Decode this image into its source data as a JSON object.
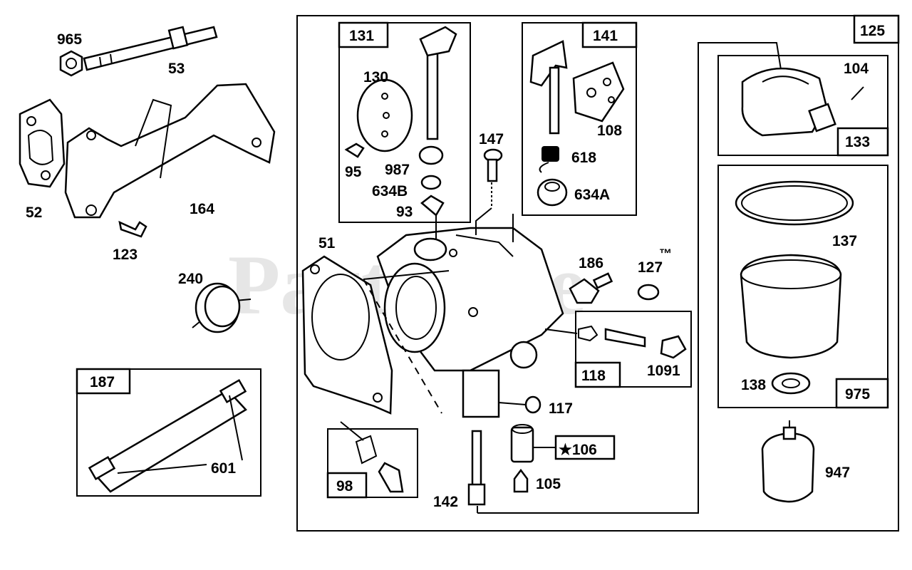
{
  "watermark": "PartsTree",
  "trademark": "™",
  "callouts": {
    "p965": "965",
    "p53": "53",
    "p52": "52",
    "p164": "164",
    "p123": "123",
    "p240": "240",
    "p601": "601",
    "p130": "130",
    "p95": "95",
    "p987": "987",
    "p634B": "634B",
    "p93": "93",
    "p147": "147",
    "p618": "618",
    "p634A": "634A",
    "p108": "108",
    "p51": "51",
    "p186": "186",
    "p127": "127",
    "p1091": "1091",
    "p117": "117",
    "p106": "★106",
    "p105": "105",
    "p142": "142",
    "p104": "104",
    "p137": "137",
    "p138": "138",
    "p947": "947"
  },
  "boxes": {
    "b187": "187",
    "b131": "131",
    "b141": "141",
    "b125": "125",
    "b118": "118",
    "b98": "98",
    "b133": "133",
    "b975": "975"
  }
}
